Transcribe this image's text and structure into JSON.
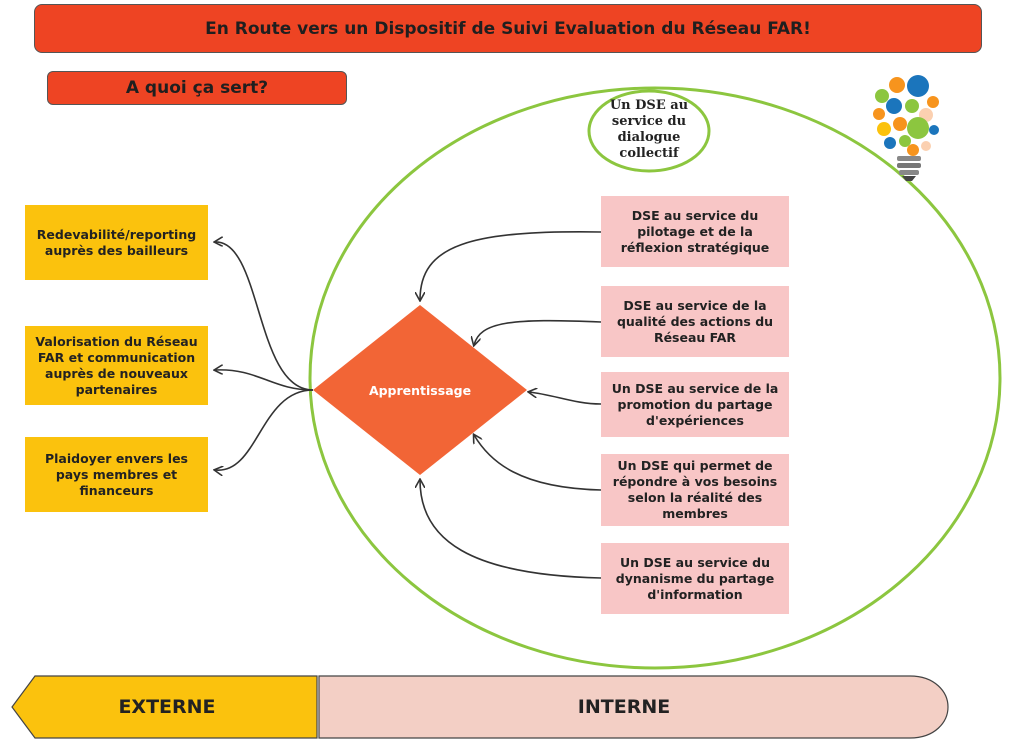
{
  "title": "En Route vers un Dispositif de Suivi Evaluation du Réseau FAR!",
  "subtitle": "A quoi ça sert?",
  "circle_label": "Un DSE au service du dialogue collectif",
  "center_label": "Apprentissage",
  "external_items": [
    "Redevabilité/reporting auprès des bailleurs",
    "Valorisation du Réseau FAR et communication auprès de nouveaux partenaires",
    "Plaidoyer envers les pays membres et financeurs"
  ],
  "internal_items": [
    "DSE au service du pilotage et de la réflexion stratégique",
    "DSE au service de la qualité des actions du Réseau FAR",
    "Un DSE au service de la promotion du partage d'expériences",
    "Un DSE qui permet de répondre à vos besoins selon la réalité des membres",
    "Un DSE au service du dynanisme du partage d'information"
  ],
  "bottom_band": {
    "external_label": "EXTERNE",
    "internal_label": "INTERNE"
  },
  "icons": [
    "lightbulb-icon"
  ],
  "colors": {
    "title_bg": "#ee4423",
    "external_box": "#fbc20d",
    "internal_box": "#f8c6c6",
    "diamond": "#f26536",
    "circle_stroke": "#8cc63f",
    "band_external": "#fbc20d",
    "band_internal": "#f3cfc5"
  }
}
